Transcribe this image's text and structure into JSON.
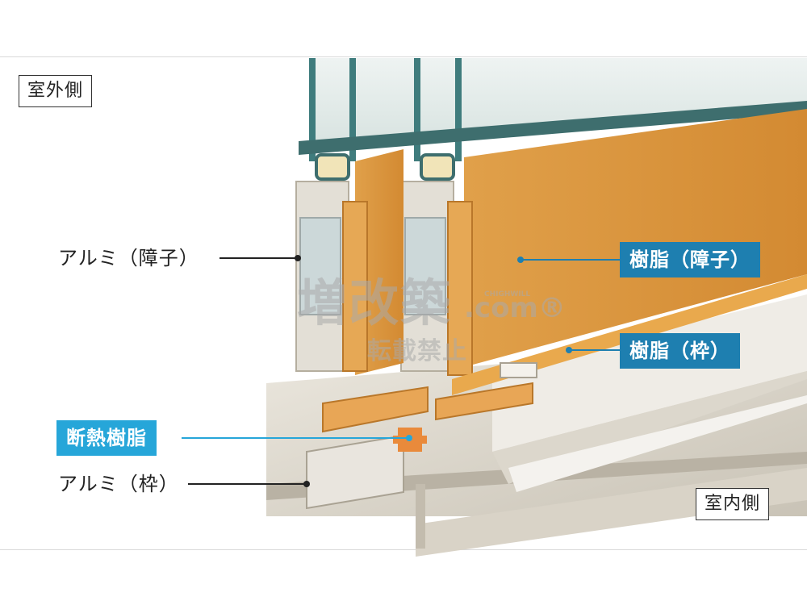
{
  "labels": {
    "outdoor_side": "室外側",
    "indoor_side": "室内側",
    "aluminum_sash": "アルミ（障子）",
    "aluminum_frame": "アルミ（枠）",
    "resin_sash": "樹脂（障子）",
    "resin_frame": "樹脂（枠）",
    "insulating_resin": "断熱樹脂"
  },
  "watermark": {
    "main": "増改築",
    "dotcom": ".com®",
    "brand": "CHIGHWILL",
    "no_reprint": "転載禁止"
  },
  "colors": {
    "resin": "#d9963f",
    "aluminum": "#dcd7cc",
    "glass": "#dfe8e6",
    "callout_blue": "#1e7fb0",
    "callout_cyan": "#26a6d9"
  }
}
